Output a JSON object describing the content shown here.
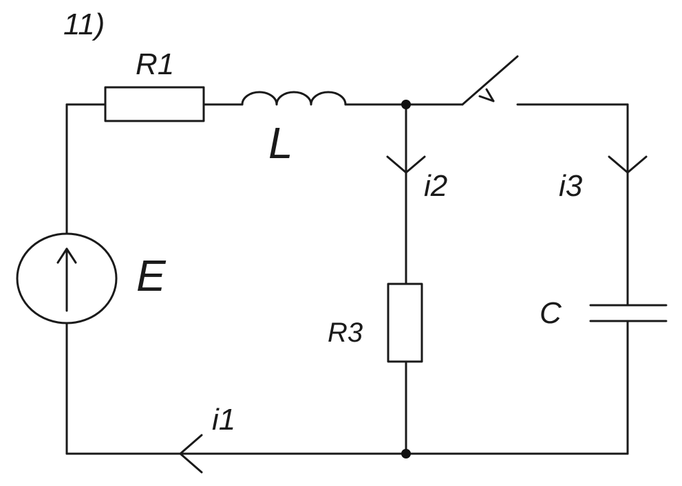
{
  "diagram": {
    "problem_number": "11)",
    "labels": {
      "r1": "R1",
      "l": "L",
      "e": "E",
      "r3": "R3",
      "c": "C",
      "i1": "i1",
      "i2": "i2",
      "i3": "i3"
    },
    "components": [
      {
        "id": "E",
        "kind": "voltage-source",
        "label": "E"
      },
      {
        "id": "R1",
        "kind": "resistor",
        "label": "R1"
      },
      {
        "id": "L",
        "kind": "inductor",
        "label": "L"
      },
      {
        "id": "SW",
        "kind": "switch",
        "state": "open"
      },
      {
        "id": "R3",
        "kind": "resistor",
        "label": "R3"
      },
      {
        "id": "C",
        "kind": "capacitor",
        "label": "C"
      }
    ],
    "currents": [
      {
        "name": "i1",
        "branch": "bottom wire, flowing left"
      },
      {
        "name": "i2",
        "branch": "R3 branch, flowing down"
      },
      {
        "name": "i3",
        "branch": "C branch, flowing down"
      }
    ],
    "colors": {
      "ink": "#1a1a1a",
      "background": "#ffffff"
    }
  }
}
